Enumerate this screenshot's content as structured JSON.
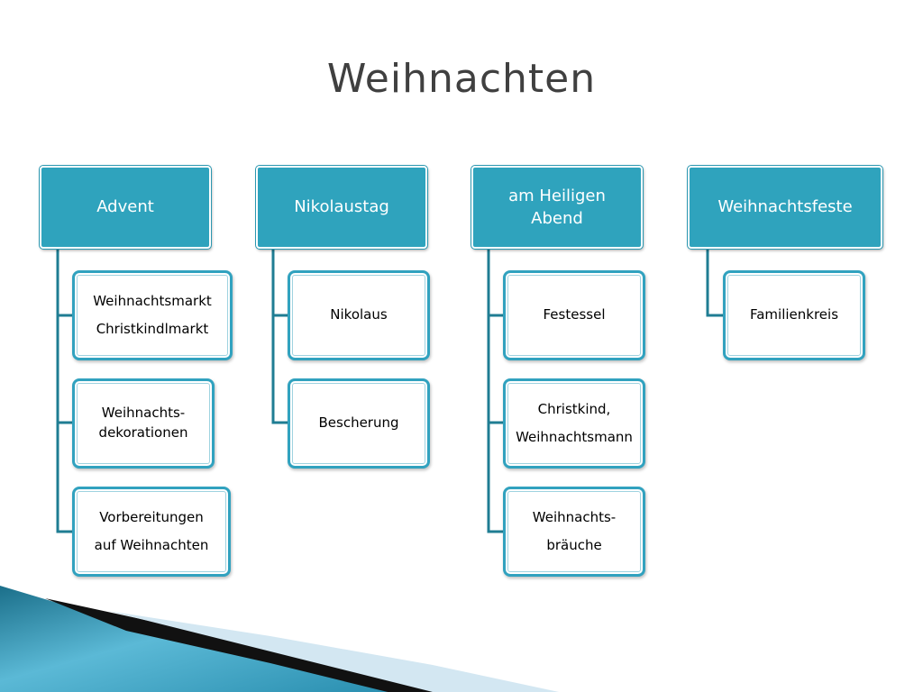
{
  "title": "Weihnachten",
  "columns": [
    {
      "header": "Advent",
      "items": [
        [
          "Weihnachtsmarkt",
          "Christkindlmarkt"
        ],
        [
          "Weihnachts-",
          "dekorationen"
        ],
        [
          "Vorbereitungen",
          "auf Weihnachten"
        ]
      ]
    },
    {
      "header": "Nikolaustag",
      "items": [
        [
          "Nikolaus"
        ],
        [
          "Bescherung"
        ]
      ]
    },
    {
      "header": [
        "am Heiligen",
        "Abend"
      ],
      "items": [
        [
          "Festessel"
        ],
        [
          "Christkind,",
          "Weihnachtsmann"
        ],
        [
          "Weihnachts-",
          "bräuche"
        ]
      ]
    },
    {
      "header": "Weihnachtsfeste",
      "items": [
        [
          "Familienkreis"
        ]
      ]
    }
  ],
  "colors": {
    "header_fill": "#2fa3bd",
    "child_border": "#31a2bf",
    "connector": "#1f7d93",
    "title_text": "#404040"
  }
}
